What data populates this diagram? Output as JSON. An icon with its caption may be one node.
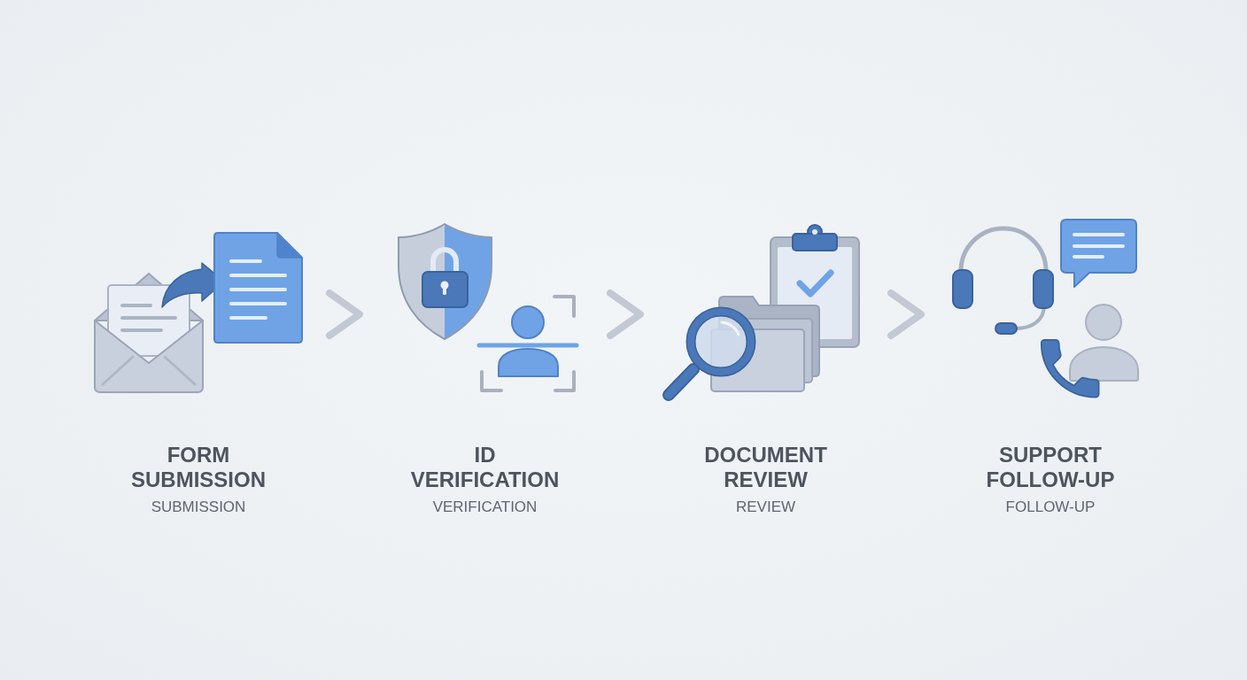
{
  "diagram": {
    "nodes": [
      {
        "text": [
          "FORM SUBMISSION",
          "SUBMISSION"
        ]
      },
      {
        "text": [
          "ID VERIFICATION",
          "VERIFICATION"
        ]
      },
      {
        "text": [
          "DOCUMENT REVIEW",
          "REVIEW"
        ]
      },
      {
        "text": [
          "SUPPORT FOLLOW-UP",
          "FOLLOW-UP"
        ]
      }
    ],
    "edges": [
      {
        "from": 0,
        "to": 1,
        "arrow": "to"
      },
      {
        "from": 1,
        "to": 2,
        "arrow": "to"
      },
      {
        "from": 2,
        "to": 3,
        "arrow": "to"
      }
    ]
  }
}
